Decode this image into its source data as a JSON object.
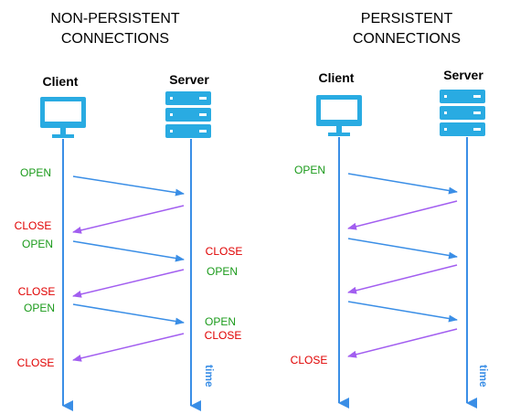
{
  "colors": {
    "request": "#3a8ee6",
    "response": "#a25ef0",
    "open": "#1a9a1a",
    "close": "#e00000",
    "icon": "#29abe2",
    "timeline": "#3a8ee6"
  },
  "non_persistent": {
    "title_line1": "NON-PERSISTENT",
    "title_line2": "CONNECTIONS",
    "client": "Client",
    "server": "Server",
    "left_labels": [
      "OPEN",
      "CLOSE",
      "OPEN",
      "CLOSE",
      "OPEN",
      "CLOSE"
    ],
    "right_labels": [
      "CLOSE",
      "OPEN",
      "OPEN",
      "CLOSE"
    ],
    "time": "time"
  },
  "persistent": {
    "title_line1": "PERSISTENT",
    "title_line2": "CONNECTIONS",
    "client": "Client",
    "server": "Server",
    "left_labels": [
      "OPEN",
      "CLOSE"
    ],
    "time": "time"
  },
  "icons": {
    "client": "monitor-icon",
    "server": "server-rack-icon"
  }
}
